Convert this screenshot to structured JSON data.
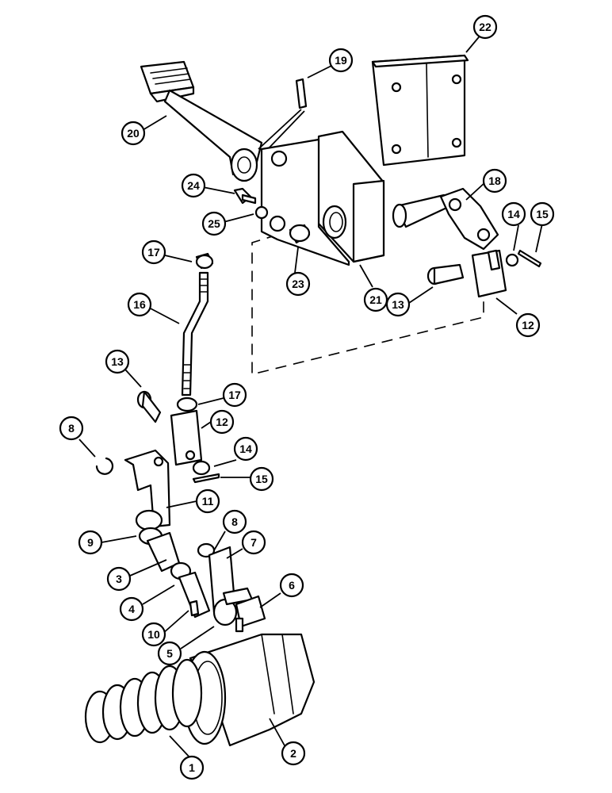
{
  "callouts": [
    {
      "id": "c1",
      "label": "1"
    },
    {
      "id": "c2",
      "label": "2"
    },
    {
      "id": "c3",
      "label": "3"
    },
    {
      "id": "c4",
      "label": "4"
    },
    {
      "id": "c5",
      "label": "5"
    },
    {
      "id": "c6",
      "label": "6"
    },
    {
      "id": "c7",
      "label": "7"
    },
    {
      "id": "c8a",
      "label": "8"
    },
    {
      "id": "c8b",
      "label": "8"
    },
    {
      "id": "c9",
      "label": "9"
    },
    {
      "id": "c10",
      "label": "10"
    },
    {
      "id": "c11",
      "label": "11"
    },
    {
      "id": "c12a",
      "label": "12"
    },
    {
      "id": "c12b",
      "label": "12"
    },
    {
      "id": "c13a",
      "label": "13"
    },
    {
      "id": "c13b",
      "label": "13"
    },
    {
      "id": "c14a",
      "label": "14"
    },
    {
      "id": "c14b",
      "label": "14"
    },
    {
      "id": "c15a",
      "label": "15"
    },
    {
      "id": "c15b",
      "label": "15"
    },
    {
      "id": "c16",
      "label": "16"
    },
    {
      "id": "c17a",
      "label": "17"
    },
    {
      "id": "c17b",
      "label": "17"
    },
    {
      "id": "c18",
      "label": "18"
    },
    {
      "id": "c19",
      "label": "19"
    },
    {
      "id": "c20",
      "label": "20"
    },
    {
      "id": "c21",
      "label": "21"
    },
    {
      "id": "c22",
      "label": "22"
    },
    {
      "id": "c23",
      "label": "23"
    },
    {
      "id": "c24",
      "label": "24"
    },
    {
      "id": "c25",
      "label": "25"
    }
  ]
}
